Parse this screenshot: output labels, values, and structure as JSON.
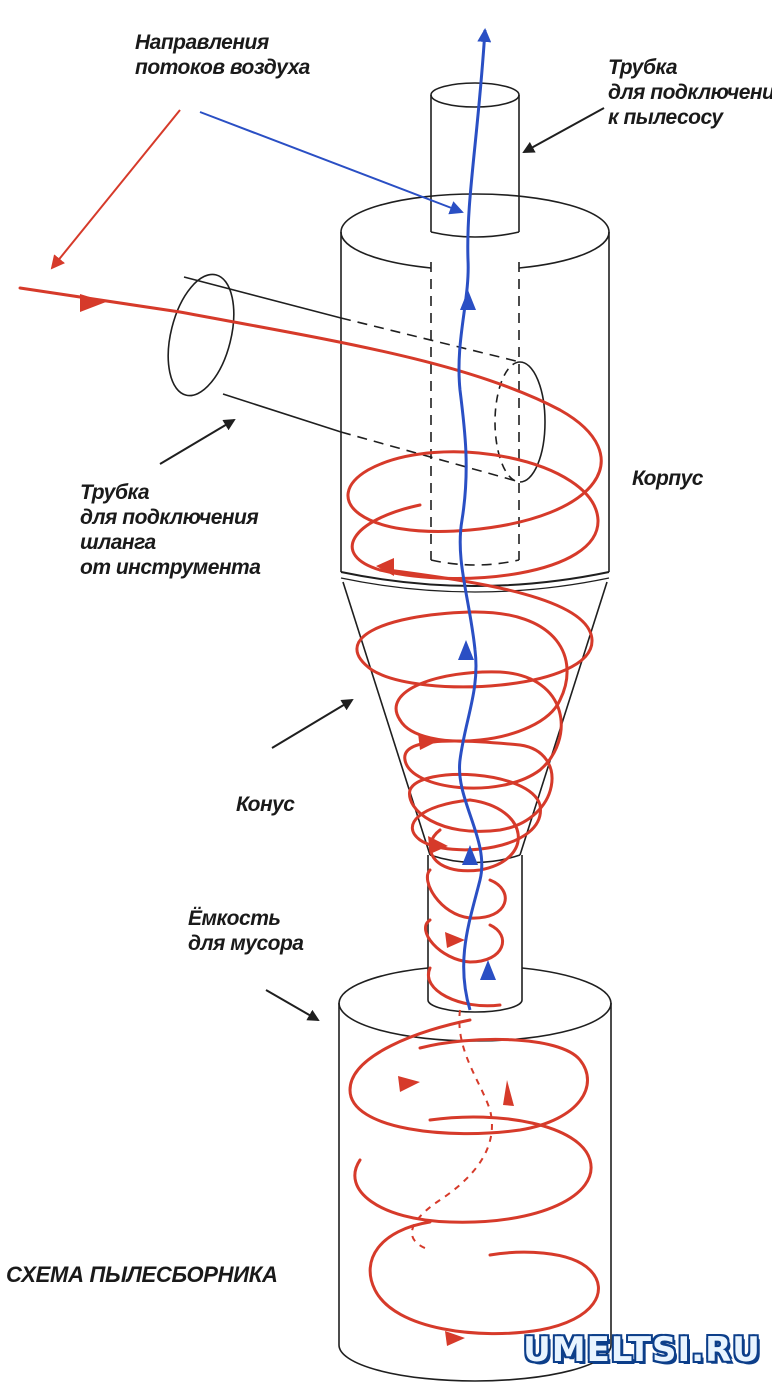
{
  "labels": {
    "air_flow": [
      "Направления",
      "потоков воздуха"
    ],
    "vacuum_pipe": [
      "Трубка",
      "для подключения",
      "к пылесосу"
    ],
    "tool_pipe": [
      "Трубка",
      "для подключения",
      "шланга",
      "от инструмента"
    ],
    "body": "Корпус",
    "cone": "Конус",
    "container": [
      "Ёмкость",
      "для мусора"
    ]
  },
  "caption": "СХЕМА ПЫЛЕСБОРНИКА",
  "watermark": "UMELTSI.RU",
  "colors": {
    "outline": "#1f1f1f",
    "dirty_air": "#d63a2a",
    "clean_air": "#2a4fc4",
    "logo": "#0d3f8a"
  }
}
